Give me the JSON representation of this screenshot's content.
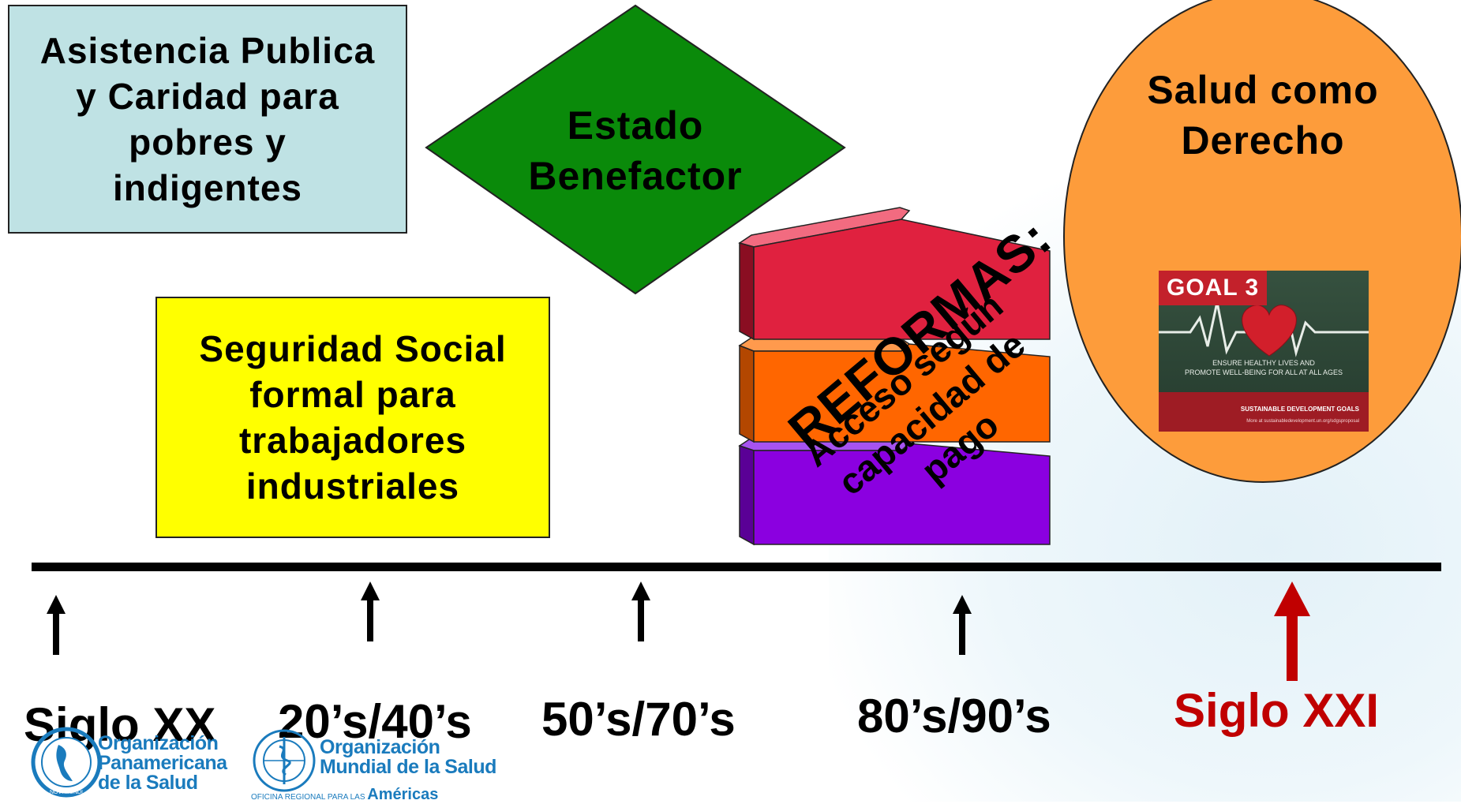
{
  "boxes": {
    "asistencia": "Asistencia Publica\ny Caridad para\npobres y\nindigentes",
    "seguridad": "Seguridad Social\nformal para\ntrabajadores\nindustriales",
    "estado": "Estado\nBenefactor",
    "salud": "Salud como\nDerecho"
  },
  "reformas": {
    "title": "REFORMAS:",
    "subtitle": "Acceso según\ncapacidad de\npago"
  },
  "goal": {
    "tag": "GOAL 3",
    "caption": "ENSURE HEALTHY LIVES AND\nPROMOTE WELL-BEING FOR ALL AT ALL AGES",
    "footer_title": "SUSTAINABLE DEVELOPMENT GOALS",
    "footer_url": "More at sustainabledevelopment.un.org/sdgsproposal"
  },
  "timeline": {
    "labels": [
      "Siglo XX",
      "20’s/40’s",
      "50’s/70’s",
      "80’s/90’s",
      "Siglo XXI"
    ]
  },
  "logos": {
    "ops": "Organización\nPanamericana\nde la Salud",
    "ops_ring": "NOVI MUNDI",
    "oms": "Organización\nMundial de la Salud",
    "oms_region_prefix": "OFICINA REGIONAL PARA LAS",
    "oms_region": "Américas"
  },
  "colors": {
    "asistencia": "#bfe2e4",
    "seguridad": "#ffff00",
    "estado": "#0a8a0a",
    "salud": "#fd9c3b",
    "reformas_top": "#e0213f",
    "reformas_mid": "#ff6600",
    "reformas_bottom": "#8b00e0",
    "highlight_red": "#c00000"
  }
}
